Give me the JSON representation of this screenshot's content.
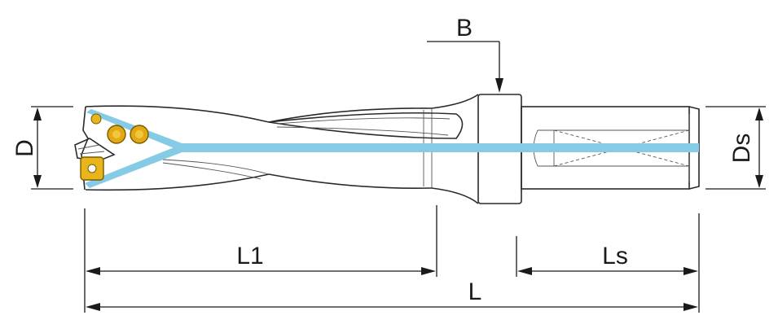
{
  "dimensions": {
    "D": "D",
    "Ds": "Ds",
    "B": "B",
    "L1": "L1",
    "Ls": "Ls",
    "L": "L"
  },
  "colors": {
    "coolant": "#86cbe6",
    "insert_gold": "#e8b51c",
    "screw_gold": "#e3a914",
    "body_fill": "#ffffff",
    "line": "#1a1a1a"
  },
  "icons": {
    "arrow": "filled-triangle-arrowhead"
  }
}
